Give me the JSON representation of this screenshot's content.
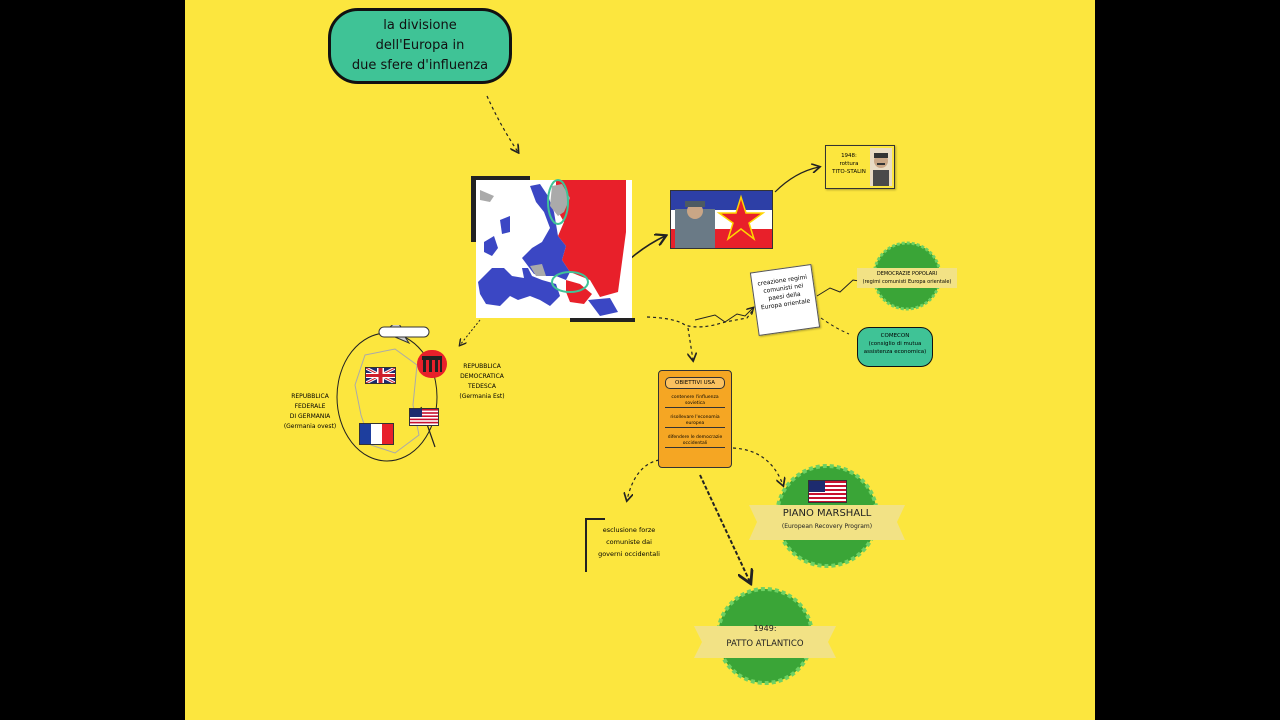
{
  "title": "la divisione\ndell'Europa in\ndue sfere d'influenza",
  "tito_stalin": "1948:\nrottura\nTITO-STALIN",
  "regimes_note": "creazione regimi\ncomunisti nei\npaesi della\nEuropa orientale",
  "democrazie_badge": "DEMOCRAZIE POPOLARI\n(regimi comunisti Europa orientale)",
  "comecon": "COMECON\n(consiglio di mutua\nassistenza economica)",
  "germany_west": "REPUBBLICA\nFEDERALE\nDI GERMANIA\n(Germania ovest)",
  "germany_east": "REPUBBLICA\nDEMOCRATICA\nTEDESCA\n(Germania Est)",
  "usa_card": {
    "title": "OBIETTIVI USA",
    "items": [
      "contenere l'influenza sovietica",
      "risollevare l'economia europea",
      "difendere le democrazie occidentali"
    ]
  },
  "esclusione": "esclusione forze\ncomuniste dai\ngoverni occidentali",
  "marshall": {
    "title": "PIANO MARSHALL",
    "subtitle": "(European Recovery Program)"
  },
  "patto": {
    "year": "1949:",
    "title": "PATTO ATLANTICO"
  },
  "colors": {
    "background": "#fce63e",
    "teal": "#3fc396",
    "badge_green": "#3aa537",
    "card_orange": "#f5a623",
    "red": "#e8202a",
    "blue": "#3b47c4"
  }
}
